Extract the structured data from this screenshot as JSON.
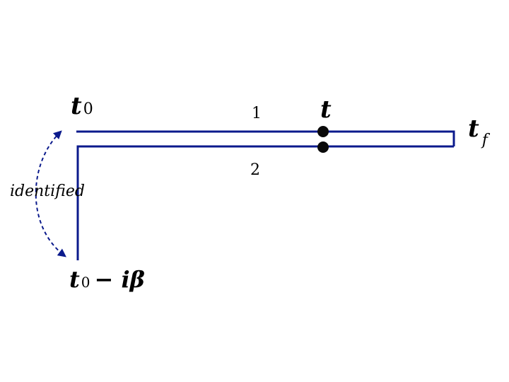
{
  "labels": {
    "t0_top": {
      "base": "t",
      "sub": "0"
    },
    "t_point": "t",
    "tf": {
      "base": "t",
      "sub": "f"
    },
    "branch_1": "1",
    "branch_2": "2",
    "identified": "identified",
    "t0_bottom": {
      "base": "t",
      "sub": "0",
      "rest": "− iβ"
    }
  },
  "colors": {
    "contour": "#0b1a8c",
    "dots": "#0a0a0a",
    "text": "#000000"
  },
  "icons": {
    "marked_points": "filled-circle",
    "identify_arrow": "dashed-curved-double-arrow"
  }
}
